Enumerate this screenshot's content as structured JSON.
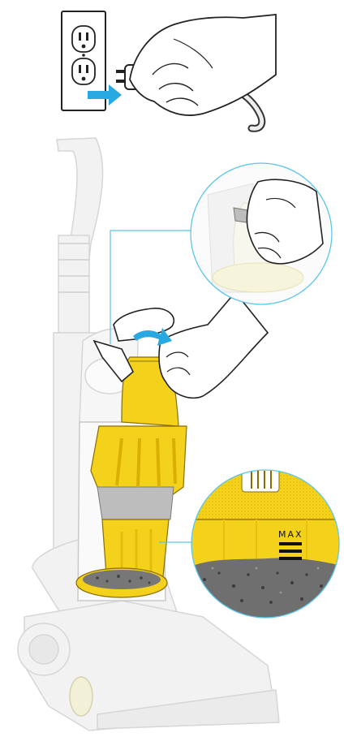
{
  "illustration": {
    "steps": [
      {
        "id": "unplug"
      },
      {
        "id": "release-bin"
      },
      {
        "id": "empty-to-max"
      }
    ],
    "max_marker": {
      "label": "MAX"
    },
    "colors": {
      "accent_arrow": "#29a9e1",
      "bin_yellow": "#f4d21c",
      "bin_shadow": "#e3b80e",
      "callout_ring": "#5bc6ea",
      "ghost_machine": "#d9d9d9",
      "dirt": "#6a6a6a"
    },
    "icons": [
      "power-outlet-icon",
      "plug-icon",
      "release-arrow-icon"
    ]
  }
}
